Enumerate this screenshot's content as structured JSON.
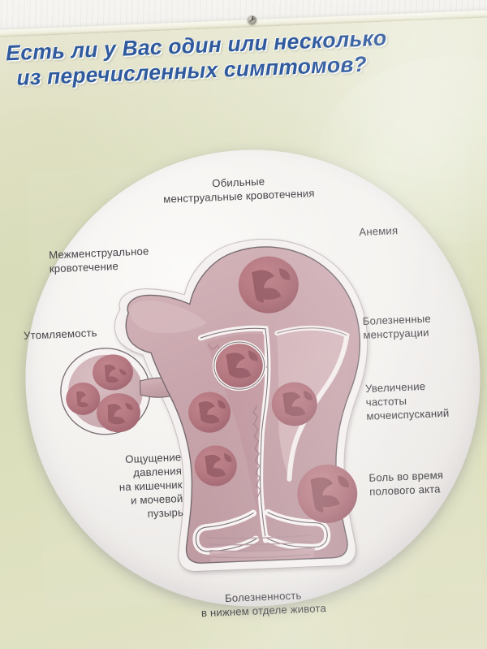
{
  "scene": {
    "kind": "photograph-of-wall-poster",
    "wall": {
      "color": "#f4f2ee",
      "mount_screw": "screw-icon"
    },
    "poster": {
      "background_color": "#dcdfba",
      "tilt": "slightly rotated counter-clockwise"
    }
  },
  "headline": {
    "line1": "Есть ли у Вас один или несколько",
    "line2": "из перечисленных симптомов?",
    "color": "#2f5a9d",
    "note_line1_cropped_right": true
  },
  "illustration": {
    "name": "uterus-with-fibroids-diagram",
    "disc_color": "#f5f3f0",
    "organ_color": "#c9a6ac",
    "fibroid_color": "#b0707b",
    "description": "Поперечный разрез матки с придатками и множественными миоматозными узлами"
  },
  "symptoms": [
    {
      "id": "heavy-bleeding",
      "text": "Обильные\nменструальные кровотечения",
      "side": "top"
    },
    {
      "id": "inter-bleeding",
      "text": "Межменструальное\nкровотечение",
      "side": "left"
    },
    {
      "id": "fatigue",
      "text": "Утомляемость",
      "side": "left"
    },
    {
      "id": "pressure",
      "text": "Ощущение\nдавления\nна кишечник\nи мочевой\nпузырь",
      "side": "left"
    },
    {
      "id": "anemia",
      "text": "Анемия",
      "side": "right"
    },
    {
      "id": "painful-menstr",
      "text": "Болезненные\nменструации",
      "side": "right"
    },
    {
      "id": "urination",
      "text": "Увеличение\nчастоты\nмочеиспусканий",
      "side": "right"
    },
    {
      "id": "pain-intercourse",
      "text": "Боль во время\nполового акта",
      "side": "right"
    },
    {
      "id": "lower-abdomen",
      "text": "Болезненность\nв нижнем отделе живота",
      "side": "bottom"
    }
  ]
}
